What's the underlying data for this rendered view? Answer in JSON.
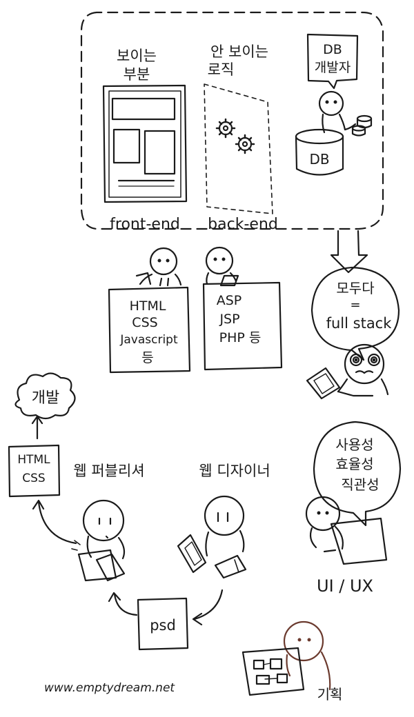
{
  "frame": {
    "visible": {
      "line1": "보이는",
      "line2": "부분"
    },
    "hidden": {
      "line1": "안 보이는",
      "line2": "로직"
    },
    "db_dev": {
      "line1": "DB",
      "line2": "개발자"
    },
    "db_label": "DB",
    "front_end": "front-end",
    "back_end": "back-end"
  },
  "front_board": [
    "HTML",
    "CSS",
    "Javascript",
    "등"
  ],
  "back_board": [
    "ASP",
    "JSP",
    "PHP 등"
  ],
  "fullstack": {
    "line1": "모두다",
    "line2": "=",
    "line3": "full stack"
  },
  "dev_cloud": "개발",
  "publisher_doc": [
    "HTML",
    "CSS"
  ],
  "publisher": "웹 퍼블리셔",
  "designer": "웹 디자이너",
  "psd": "psd",
  "ux_bubble": [
    "사용성",
    "효율성",
    "직관성"
  ],
  "ui_ux": "UI / UX",
  "planning": "기획",
  "website": "www.emptydream.net",
  "colors": {
    "ink": "#1a1a1a",
    "planner_ink": "#6b3a2e",
    "paper": "#ffffff"
  }
}
